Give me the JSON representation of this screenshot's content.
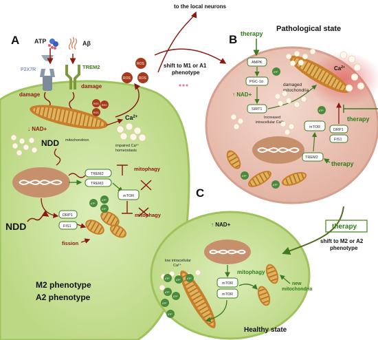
{
  "panels": {
    "a": "A",
    "b": "B",
    "c": "C"
  },
  "top": {
    "to_neurons": "to the local neurons",
    "shift_m1_a1": [
      "shift to M1 or A1",
      "phenotype"
    ],
    "ros": "ROS"
  },
  "panel_a": {
    "atp": "ATP",
    "abeta": "Aβ",
    "p2x7r": "P2X7R",
    "trem2_receptor": "TREM2",
    "damage_left": "damage",
    "damage_right": "damage",
    "nad": "↓ NAD+",
    "ndd_top": "NDD",
    "mitochondrion": "mitochondrion",
    "ca": "Ca",
    "ca_sup": "2+",
    "impaired": [
      "impaired Ca²⁺",
      "homeostasis"
    ],
    "trem2_a": "TREM2",
    "trem2_b": "TREM2",
    "mitophagy_1": "mitophagy",
    "mitophagy_2": "mitophagy",
    "mtor": "mTOR",
    "drp1": "DRP1",
    "fis1": "FIS1",
    "fission": "fission",
    "ndd_bottom": "NDD",
    "atp_small": "ATP",
    "phenotype": [
      "M2  phenotype",
      "A2 phenotype"
    ]
  },
  "panel_b": {
    "title": "Pathological state",
    "therapy_top": "therapy",
    "ampk": "AMPK",
    "pgc": "PGC-1α",
    "nad": "NAD+",
    "sirt1": "SIRT1",
    "damaged": [
      "damaged",
      "mitochondria"
    ],
    "ca": "Ca",
    "ca_sup": "2+",
    "increased_ca": [
      "Increased",
      "intracellular Ca²⁺"
    ],
    "mtor": "mTOR",
    "trem2": "TREM2",
    "drp1": "DRP1",
    "fis1": "FIS1",
    "therapy_right": "therapy",
    "therapy_bottom": "therapy",
    "atp": "ATP"
  },
  "panel_c": {
    "therapy_box": "therapy",
    "shift_m2_a2": [
      "shift to M2 or A2",
      "phenotype"
    ],
    "nad": "NAD+",
    "low_ca": [
      "low intracellular",
      "Ca²⁺"
    ],
    "mitophagy": "mitophagy",
    "mtor_a": "mTOR",
    "mtor_b": "mTOR",
    "new_mito": [
      "new",
      "mitochondria"
    ],
    "atp": "ATP",
    "healthy": "Healthy state"
  },
  "colors": {
    "cell_green": "#cfe4a4",
    "cell_edge": "#9ec35c",
    "cell_pink": "#efc8bd",
    "mito_fill": "#d9a24a",
    "mito_dark": "#a86c2a",
    "ros_red": "#a63a1c",
    "arrow_red": "#8b1a10",
    "therapy_green": "#4d8a2c",
    "nucleus": "#c7906c"
  }
}
